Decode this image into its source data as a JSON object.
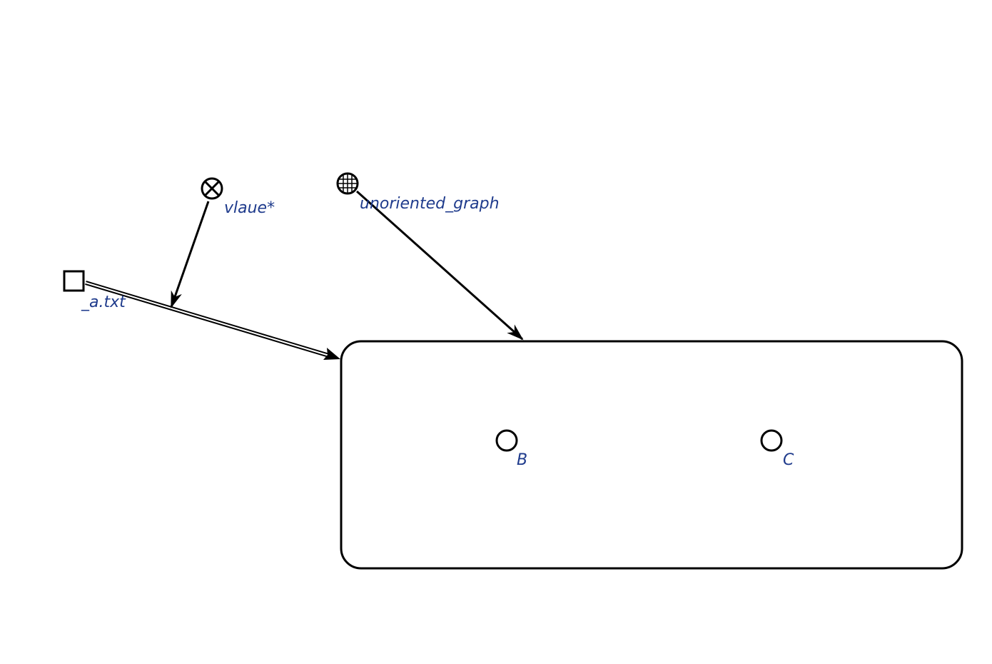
{
  "colors": {
    "label": "#1f3b8c",
    "stroke": "#000000",
    "background": "#ffffff"
  },
  "nodes": {
    "role_value": {
      "label": "vlaue*",
      "icon": "circle-x-icon"
    },
    "class_graph": {
      "label": "unoriented_graph",
      "icon": "crosshatch-circle-icon"
    },
    "variable_a": {
      "label": "_a.txt",
      "icon": "square-icon"
    },
    "node_b": {
      "label": "B",
      "icon": "circle-icon"
    },
    "node_c": {
      "label": "C",
      "icon": "circle-icon"
    }
  },
  "containers": {
    "structure": {
      "shape": "rounded-rectangle"
    }
  },
  "edges": [
    {
      "from": "class_graph",
      "to": "structure",
      "style": "single-arrow"
    },
    {
      "from": "variable_a",
      "to": "structure",
      "style": "double-arrow"
    },
    {
      "from": "role_value",
      "to": "edge-variable-a-to-structure",
      "style": "single-arrow"
    }
  ]
}
